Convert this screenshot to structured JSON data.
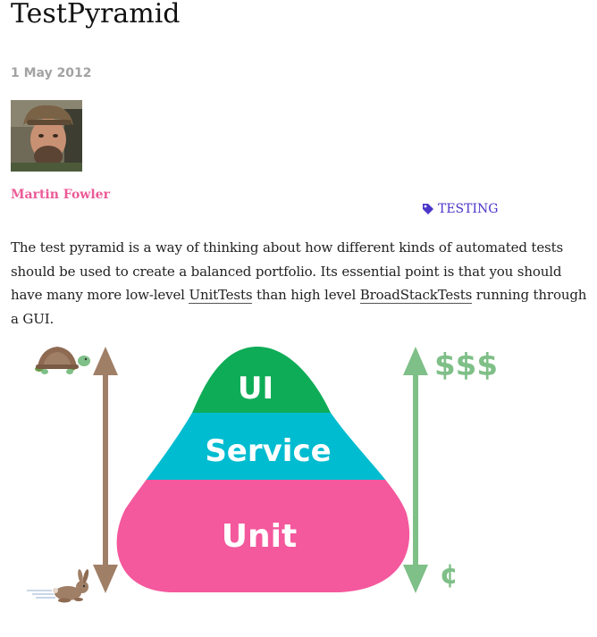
{
  "article": {
    "title": "TestPyramid",
    "date": "1 May 2012",
    "author": "Martin Fowler",
    "tag": "TESTING",
    "paragraph": {
      "part1": "The test pyramid is a way of thinking about how different kinds of automated tests should be used to create a balanced portfolio. Its essential point is that you should have many more low-level ",
      "link1": "UnitTests",
      "part2": " than high level ",
      "link2": "BroadStackTests",
      "part3": " running through a GUI."
    }
  },
  "figure": {
    "layers": [
      {
        "label": "UI",
        "color": "#0fac57"
      },
      {
        "label": "Service",
        "color": "#00bcd0"
      },
      {
        "label": "Unit",
        "color": "#f4589d"
      }
    ],
    "speed_arrow_color": "#a07f67",
    "cost_arrow_color": "#7fbf88",
    "cost_high": "$$$",
    "cost_low": "¢",
    "slow_icon": "turtle-icon",
    "fast_icon": "rabbit-icon"
  }
}
